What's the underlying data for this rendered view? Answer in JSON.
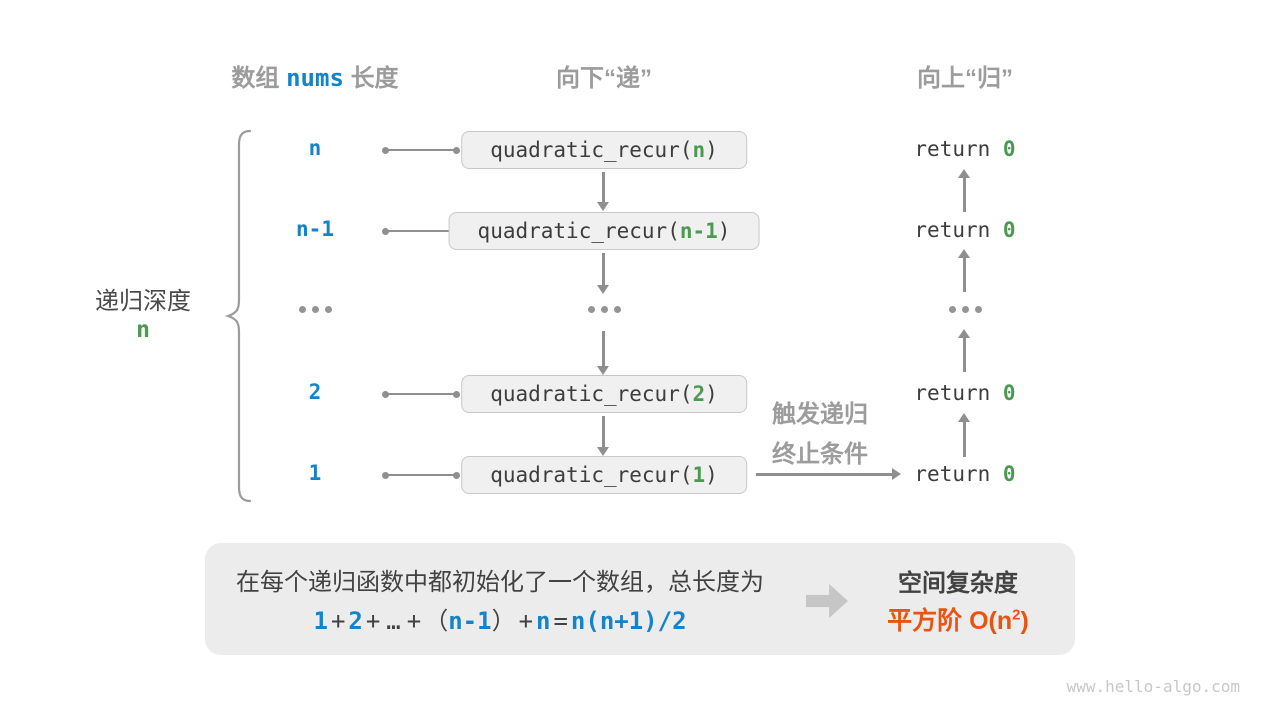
{
  "headers": {
    "col1": {
      "prefix": "数组",
      "code": "nums",
      "suffix": "长度"
    },
    "col2": "向下“递”",
    "col3": "向上“归”"
  },
  "depth_label": {
    "text": "递归深度",
    "value": "n"
  },
  "rows": [
    {
      "length_label": "n",
      "call_prefix": "quadratic_recur(",
      "call_arg": "n",
      "call_suffix": ")",
      "return_keyword": "return",
      "return_value": "0"
    },
    {
      "length_label": "n-1",
      "call_prefix": "quadratic_recur(",
      "call_arg": "n-1",
      "call_suffix": ")",
      "return_keyword": "return",
      "return_value": "0"
    },
    {
      "length_label": "2",
      "call_prefix": "quadratic_recur(",
      "call_arg": "2",
      "call_suffix": ")",
      "return_keyword": "return",
      "return_value": "0"
    },
    {
      "length_label": "1",
      "call_prefix": "quadratic_recur(",
      "call_arg": "1",
      "call_suffix": ")",
      "return_keyword": "return",
      "return_value": "0"
    }
  ],
  "ellipsis": "...",
  "trigger_note": {
    "line1": "触发递归",
    "line2": "终止条件"
  },
  "summary": {
    "description": "在每个递归函数中都初始化了一个数组，总长度为",
    "formula": {
      "t1": "1",
      "plus1": "+",
      "t2": "2",
      "plus2": "+",
      "ellipsis": "…",
      "plus3": "+",
      "lparen": "（",
      "t3": "n-1",
      "rparen": "）",
      "plus4": "+",
      "t4": "n",
      "equals": "=",
      "result": "n(n+1)/2"
    },
    "conclusion": {
      "title": "空间复杂度",
      "value_prefix": "平方阶 O(n",
      "value_sup": "2",
      "value_suffix": ")"
    }
  },
  "watermark": "www.hello-algo.com",
  "colors": {
    "blue": "#1583c9",
    "green": "#4c9a52",
    "orange": "#e95410",
    "gray_label": "#9c9c9c",
    "line_gray": "#8f8f8f",
    "box_fill": "#f0f0f0",
    "box_border": "#c8c8c8",
    "summary_fill": "#ececec"
  }
}
